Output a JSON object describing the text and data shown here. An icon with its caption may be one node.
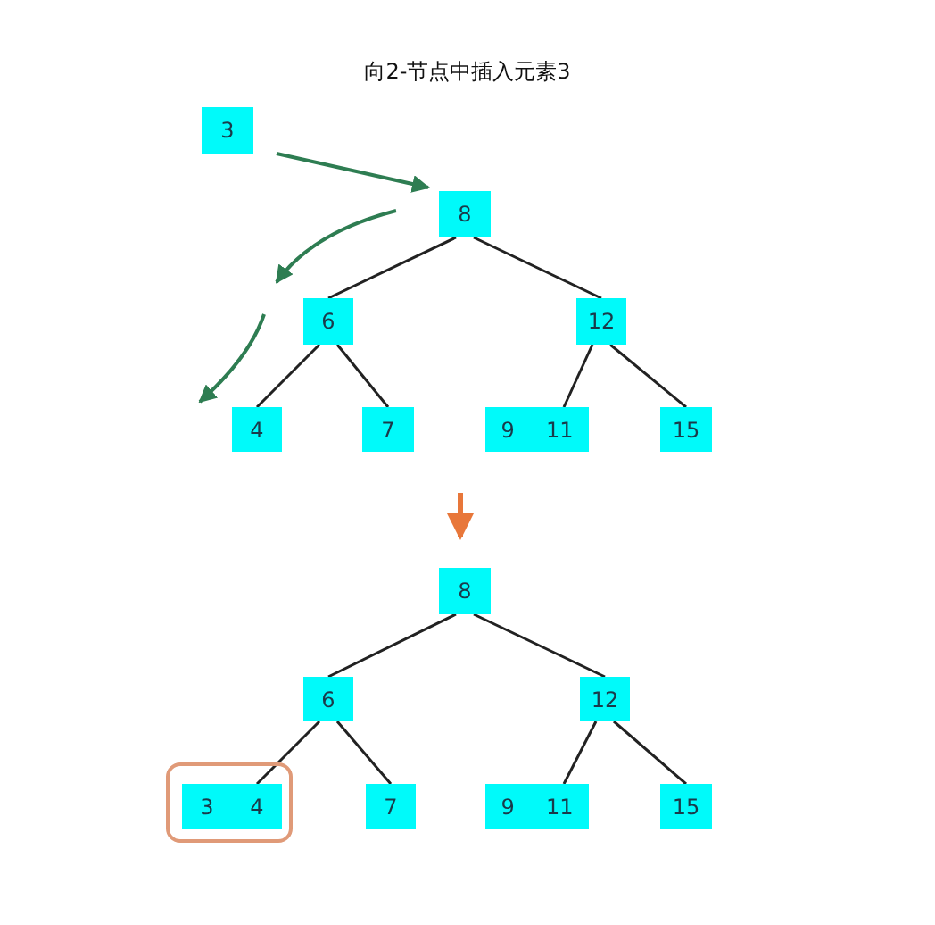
{
  "diagram": {
    "title": "向2-节点中插入元素3",
    "nodes": [
      {
        "text": [
          "3"
        ]
      },
      {
        "text": [
          "8"
        ]
      },
      {
        "text": [
          "6"
        ]
      },
      {
        "text": [
          "12"
        ]
      },
      {
        "text": [
          "4"
        ]
      },
      {
        "text": [
          "7"
        ]
      },
      {
        "text": [
          "9",
          "11"
        ]
      },
      {
        "text": [
          "15"
        ]
      },
      {
        "text": [
          "8"
        ]
      },
      {
        "text": [
          "6"
        ]
      },
      {
        "text": [
          "12"
        ]
      },
      {
        "text": [],
        "shape": "box"
      },
      {
        "text": [
          "3",
          "4"
        ],
        "in": 11
      },
      {
        "text": [
          "7"
        ]
      },
      {
        "text": [
          "9",
          "11"
        ]
      },
      {
        "text": [
          "15"
        ]
      }
    ],
    "edges": [
      {
        "from": 0,
        "to": 1,
        "arrow": "to",
        "color": "#2e7d52"
      },
      {
        "from": 1,
        "to": 2,
        "arrow": "none"
      },
      {
        "from": 1,
        "to": 3,
        "arrow": "none"
      },
      {
        "from": 2,
        "to": 4,
        "arrow": "none"
      },
      {
        "from": 2,
        "to": 5,
        "arrow": "none"
      },
      {
        "from": 3,
        "to": 6,
        "arrow": "none"
      },
      {
        "from": 3,
        "to": 7,
        "arrow": "none"
      },
      {
        "from": 8,
        "to": 9,
        "arrow": "none"
      },
      {
        "from": 8,
        "to": 10,
        "arrow": "none"
      },
      {
        "from": 9,
        "to": 12,
        "arrow": "none"
      },
      {
        "from": 9,
        "to": 13,
        "arrow": "none"
      },
      {
        "from": 10,
        "to": 14,
        "arrow": "none"
      },
      {
        "from": 10,
        "to": 15,
        "arrow": "none"
      }
    ]
  }
}
